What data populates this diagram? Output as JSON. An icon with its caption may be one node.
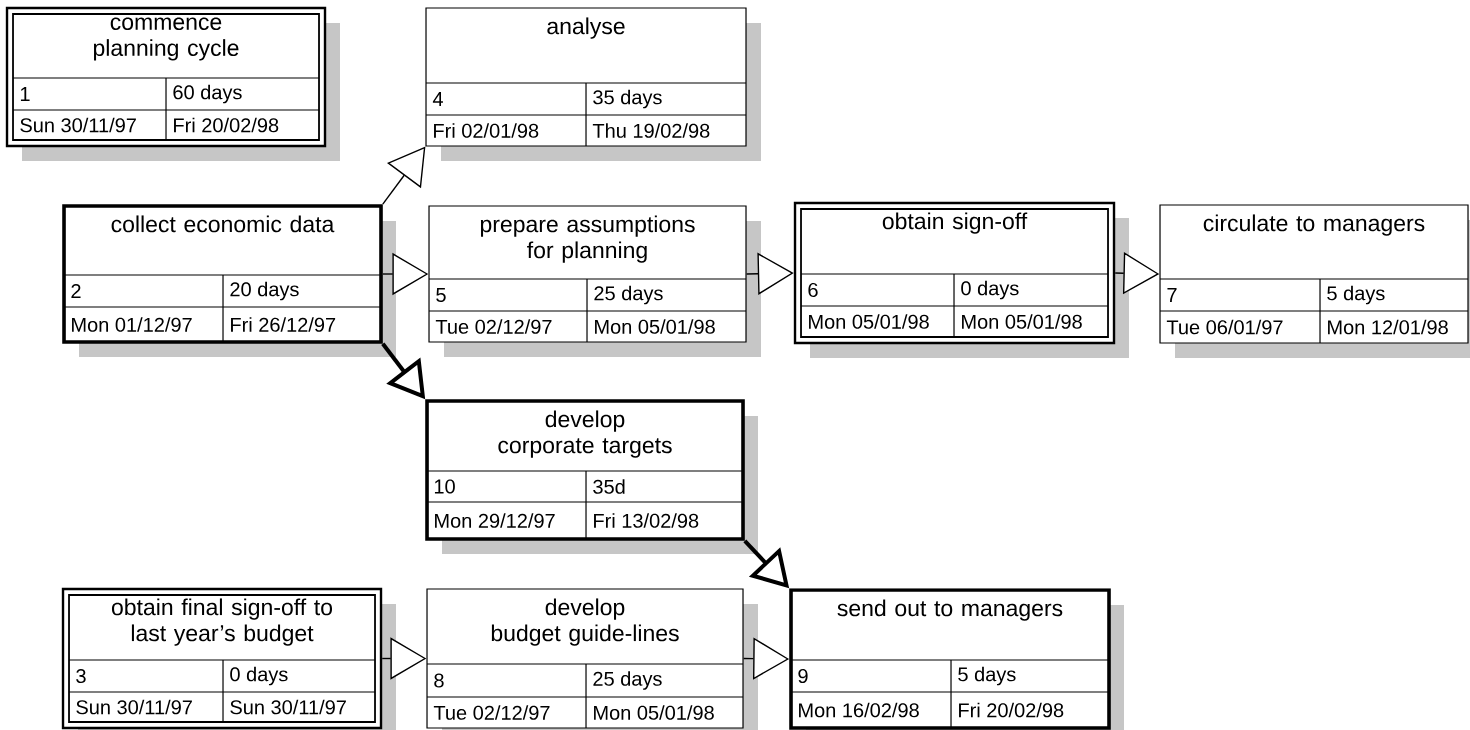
{
  "diagram": {
    "nodes": [
      {
        "text": [
          "commence planning cycle",
          "1",
          "60 days",
          "Sun 30/11/97",
          "Fri 20/02/98"
        ]
      },
      {
        "text": [
          "analyse",
          "4",
          "35 days",
          "Fri 02/01/98",
          "Thu 19/02/98"
        ]
      },
      {
        "text": [
          "collect economic data",
          "2",
          "20 days",
          "Mon 01/12/97",
          "Fri 26/12/97"
        ]
      },
      {
        "text": [
          "prepare assumptions for planning",
          "5",
          "25 days",
          "Tue 02/12/97",
          "Mon 05/01/98"
        ]
      },
      {
        "text": [
          "obtain sign-off",
          "6",
          "0 days",
          "Mon 05/01/98",
          "Mon 05/01/98"
        ]
      },
      {
        "text": [
          "circulate to managers",
          "7",
          "5 days",
          "Tue 06/01/97",
          "Mon 12/01/98"
        ]
      },
      {
        "text": [
          "develop corporate targets",
          "10",
          "35d",
          "Mon 29/12/97",
          "Fri 13/02/98"
        ]
      },
      {
        "text": [
          "obtain final sign-off to last year’s budget",
          "3",
          "0 days",
          "Sun 30/11/97",
          "Sun 30/11/97"
        ]
      },
      {
        "text": [
          "develop budget guide-lines",
          "8",
          "25 days",
          "Tue 02/12/97",
          "Mon 05/01/98"
        ]
      },
      {
        "text": [
          "send out to managers",
          "9",
          "5 days",
          "Mon 16/02/98",
          "Fri 20/02/98"
        ]
      }
    ],
    "edges": [
      {
        "from": 2,
        "to": 1,
        "arrow": "to"
      },
      {
        "from": 2,
        "to": 3,
        "arrow": "to"
      },
      {
        "from": 3,
        "to": 4,
        "arrow": "to"
      },
      {
        "from": 4,
        "to": 5,
        "arrow": "to"
      },
      {
        "from": 2,
        "to": 6,
        "arrow": "to",
        "style": "thick"
      },
      {
        "from": 6,
        "to": 9,
        "arrow": "to",
        "style": "thick"
      },
      {
        "from": 7,
        "to": 8,
        "arrow": "to"
      },
      {
        "from": 8,
        "to": 9,
        "arrow": "to"
      }
    ]
  }
}
